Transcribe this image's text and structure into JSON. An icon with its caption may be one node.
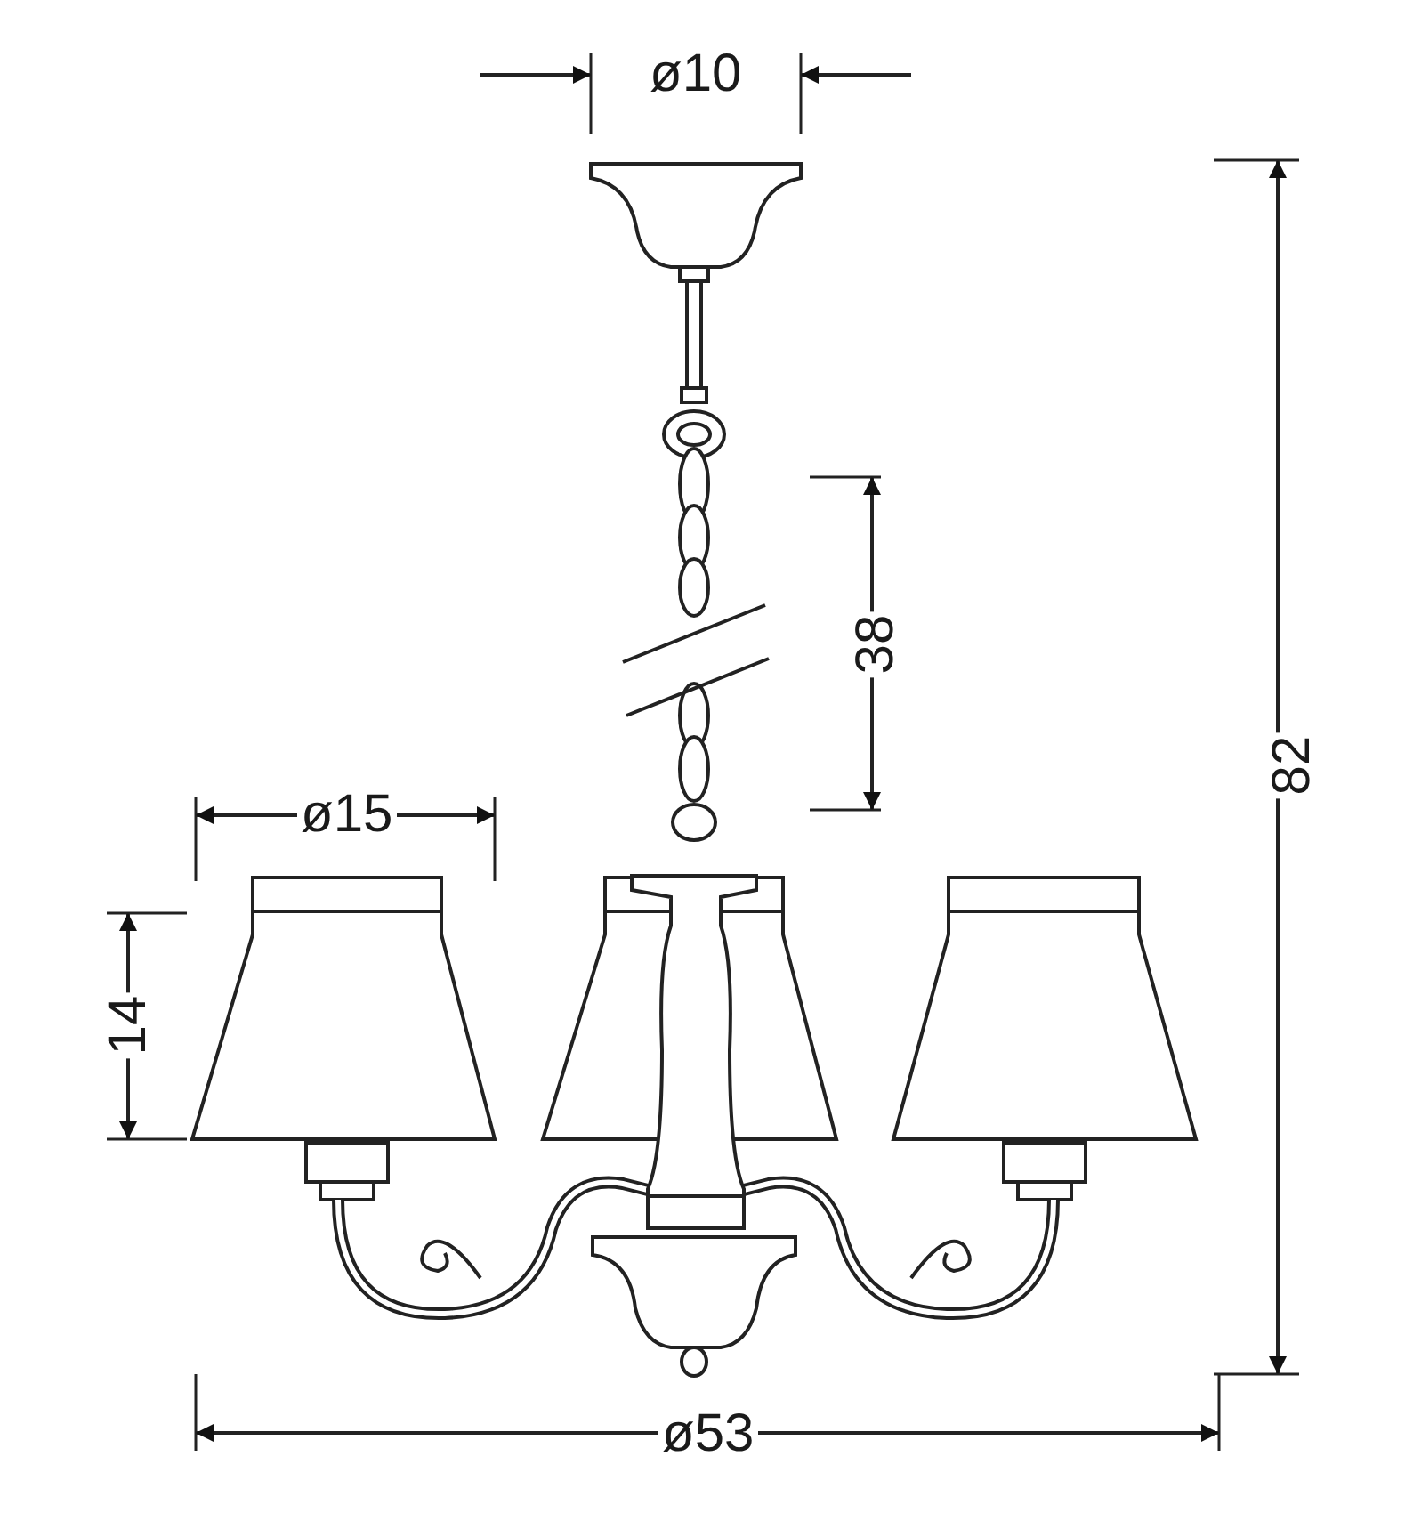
{
  "diagram": {
    "labels": [
      "ø10",
      "82",
      "38",
      "ø15",
      "14",
      "ø53"
    ]
  }
}
